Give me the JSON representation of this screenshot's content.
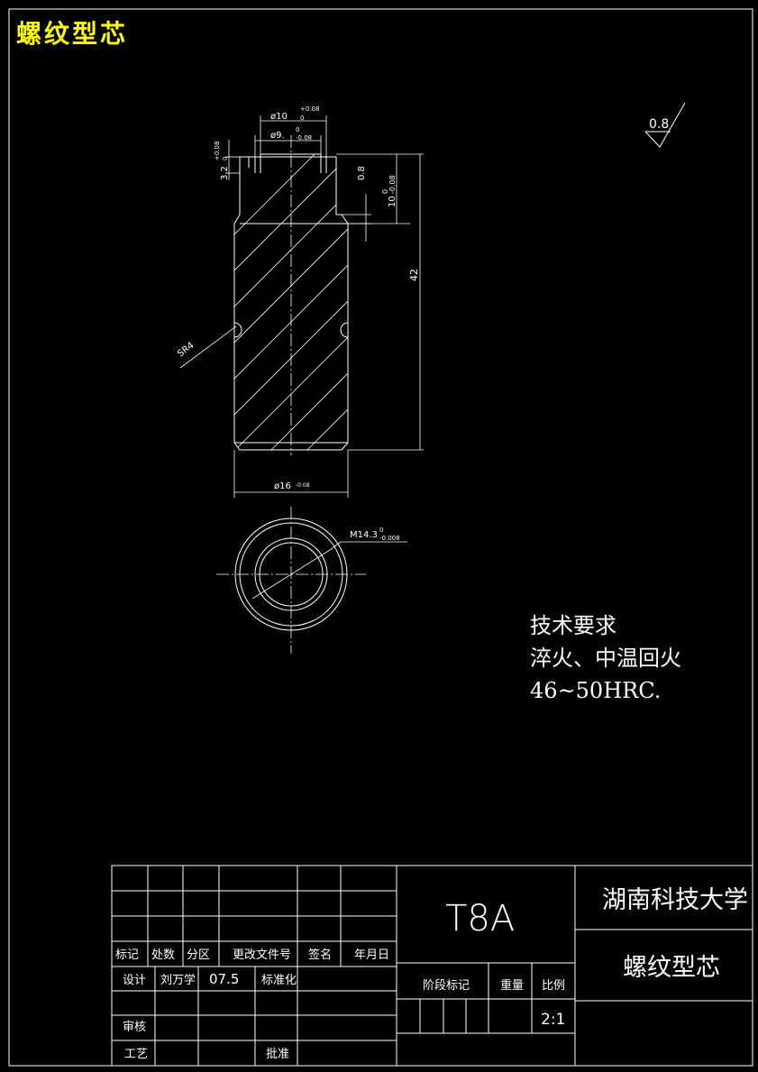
{
  "drawing_title": "螺纹型芯",
  "dimensions": {
    "d10": "ø10",
    "d10_tol": "+0.08",
    "d10_tol_low": "0",
    "d9": "ø9.",
    "d9_tol": "0",
    "d9_tol_low": "-0.08",
    "h32": "3.2",
    "h32_tol": "+0.08",
    "h32_tol_low": "0",
    "v08": "0.8",
    "h10": "10",
    "h10_tol": "0",
    "h10_tol_low": "-0.08",
    "h42": "42",
    "sr4": "SR4",
    "d16": "ø16",
    "d16_tol": "-0.08",
    "thread": "M14.3",
    "thread_tol": "0",
    "thread_tol_low": "-0.008"
  },
  "roughness": "0.8",
  "tech_requirements": {
    "heading": "技术要求",
    "line1": "淬火、中温回火",
    "line2": "46~50HRC."
  },
  "title_block": {
    "material": "T8A",
    "school": "湖南科技大学",
    "part_name": "螺纹型芯",
    "headers": {
      "mark": "标记",
      "count": "处数",
      "zone": "分区",
      "change_doc": "更改文件号",
      "signature": "签名",
      "date": "年月日"
    },
    "design_label": "设计",
    "designer": "刘万学",
    "design_date": "07.5",
    "standardize": "标准化",
    "stage_mark": "阶段标记",
    "weight": "重量",
    "scale_label": "比例",
    "scale": "2:1",
    "review": "审核",
    "process": "工艺",
    "approve": "批准"
  }
}
